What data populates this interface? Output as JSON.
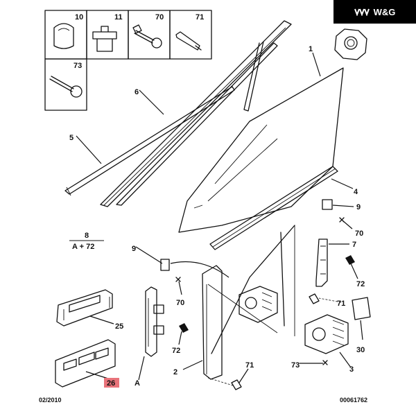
{
  "brand": {
    "logo_text": "W&G"
  },
  "footer": {
    "date": "02/2010",
    "reference": "00061762"
  },
  "inset_boxes": [
    {
      "number": "10"
    },
    {
      "number": "11"
    },
    {
      "number": "70"
    },
    {
      "number": "71"
    },
    {
      "number": "73"
    }
  ],
  "callouts": {
    "glass": "1",
    "sill_strip": "4",
    "outer_strip": "5",
    "frame_seal": "6",
    "bracket_upper": "7",
    "ref_8": "8",
    "ref_8_sub": "A + 72",
    "clip_right": "9",
    "clip_left": "9",
    "screw_right": "70",
    "screw_left": "70",
    "motor_pad_right_a": "71",
    "pad_lower": "71",
    "block_right": "72",
    "block_left": "72",
    "screw_motor": "73",
    "regulator_left": "2",
    "motor_right": "3",
    "switch_single": "25",
    "switch_multi": "26",
    "pad_30": "30",
    "regulator_a": "A"
  },
  "colors": {
    "highlight": "#e8737a",
    "ink": "#111111",
    "logo_bg": "#000000"
  }
}
